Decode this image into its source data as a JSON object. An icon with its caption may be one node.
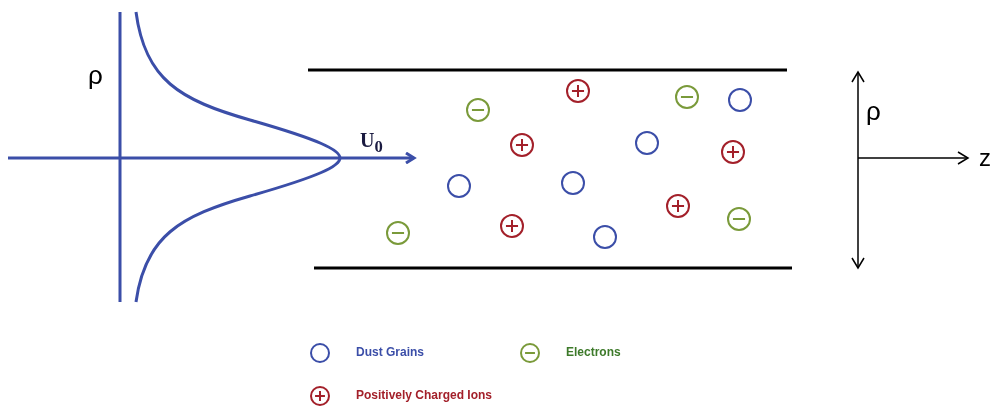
{
  "diagram": {
    "labels": [
      "ρ",
      "U$_{0}$",
      "ρ",
      "z"
    ],
    "legend": [
      {
        "text": "Dust Grains"
      },
      {
        "text": "Electrons"
      },
      {
        "text": "Positively Charged Ions"
      }
    ]
  }
}
